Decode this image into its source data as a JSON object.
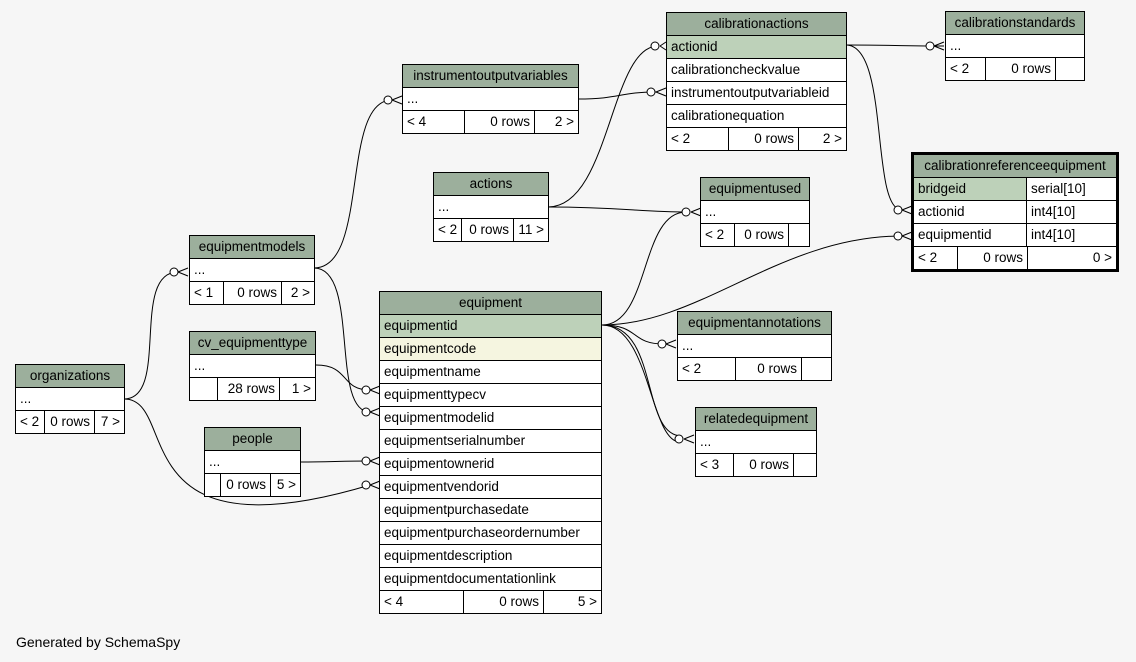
{
  "credit": "Generated by SchemaSpy",
  "tables": {
    "calibrationactions": {
      "name": "calibrationactions",
      "columns": [
        "actionid",
        "calibrationcheckvalue",
        "instrumentoutputvariableid",
        "calibrationequation"
      ],
      "footer": [
        "< 2",
        "0 rows",
        "2 >"
      ]
    },
    "calibrationstandards": {
      "name": "calibrationstandards",
      "columns": [
        "..."
      ],
      "footer": [
        "< 2",
        "0 rows",
        ""
      ]
    },
    "instrumentoutputvariables": {
      "name": "instrumentoutputvariables",
      "columns": [
        "..."
      ],
      "footer": [
        "< 4",
        "0 rows",
        "2 >"
      ]
    },
    "actions": {
      "name": "actions",
      "columns": [
        "..."
      ],
      "footer": [
        "< 2",
        "0 rows",
        "11 >"
      ]
    },
    "equipmentused": {
      "name": "equipmentused",
      "columns": [
        "..."
      ],
      "footer": [
        "< 2",
        "0 rows",
        ""
      ]
    },
    "calibrationreferenceequipment": {
      "name": "calibrationreferenceequipment",
      "columns": [
        [
          "bridgeid",
          "serial[10]"
        ],
        [
          "actionid",
          "int4[10]"
        ],
        [
          "equipmentid",
          "int4[10]"
        ]
      ],
      "footer": [
        "< 2",
        "0 rows",
        "0 >"
      ]
    },
    "equipmentmodels": {
      "name": "equipmentmodels",
      "columns": [
        "..."
      ],
      "footer": [
        "< 1",
        "0 rows",
        "2 >"
      ]
    },
    "equipment": {
      "name": "equipment",
      "columns": [
        "equipmentid",
        "equipmentcode",
        "equipmentname",
        "equipmenttypecv",
        "equipmentmodelid",
        "equipmentserialnumber",
        "equipmentownerid",
        "equipmentvendorid",
        "equipmentpurchasedate",
        "equipmentpurchaseordernumber",
        "equipmentdescription",
        "equipmentdocumentationlink"
      ],
      "footer": [
        "< 4",
        "0 rows",
        "5 >"
      ]
    },
    "equipmentannotations": {
      "name": "equipmentannotations",
      "columns": [
        "..."
      ],
      "footer": [
        "< 2",
        "0 rows",
        ""
      ]
    },
    "cv_equipmenttype": {
      "name": "cv_equipmenttype",
      "columns": [
        "..."
      ],
      "footer": [
        "",
        "28 rows",
        "1 >"
      ]
    },
    "organizations": {
      "name": "organizations",
      "columns": [
        "..."
      ],
      "footer": [
        "< 2",
        "0 rows",
        "7 >"
      ]
    },
    "people": {
      "name": "people",
      "columns": [
        "..."
      ],
      "footer": [
        "",
        "0 rows",
        "5 >"
      ]
    },
    "relatedequipment": {
      "name": "relatedequipment",
      "columns": [
        "..."
      ],
      "footer": [
        "< 3",
        "0 rows",
        ""
      ]
    }
  }
}
